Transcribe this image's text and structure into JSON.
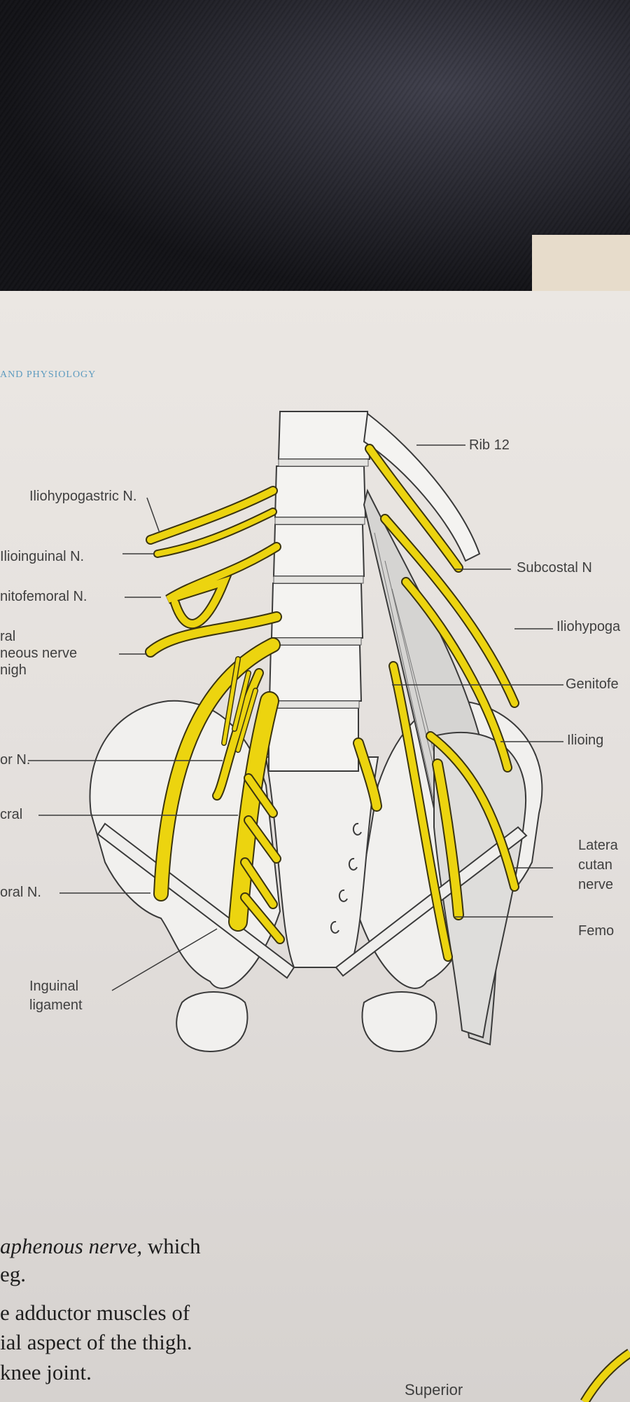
{
  "header": {
    "running_head": "AND PHYSIOLOGY"
  },
  "figure": {
    "labels_left": {
      "iliohypogastric": "Iliohypogastric N.",
      "ilioinguinal": "Ilioinguinal N.",
      "genitofemoral": "nitofemoral N.",
      "lateral_line1": "ral",
      "lateral_line2": "neous nerve",
      "lateral_line3": "nigh",
      "obturator": "or N.",
      "sacral": "cral",
      "femoral": "oral N.",
      "inguinal_line1": "Inguinal",
      "inguinal_line2": "ligament"
    },
    "labels_right": {
      "rib12": "Rib 12",
      "subcostal": "Subcostal N",
      "iliohypogastric": "Iliohypoga",
      "genitofemoral": "Genitofe",
      "ilioinguinal": "Ilioing",
      "lateral_line1": "Latera",
      "lateral_line2": "cutan",
      "lateral_line3": "nerve",
      "femoral": "Femo"
    },
    "colors": {
      "nerve": "#ecd40f",
      "nerve_outline": "#3a3410",
      "bone": "#f1f0ee",
      "ink": "#3a3a3a"
    }
  },
  "text": {
    "line1_italic": "aphenous nerve,",
    "line1_rest": " which",
    "line2": "eg.",
    "line3": "e adductor muscles of",
    "line4": "ial aspect of the thigh.",
    "line5": "knee joint.",
    "bottom_label": "Superior"
  }
}
